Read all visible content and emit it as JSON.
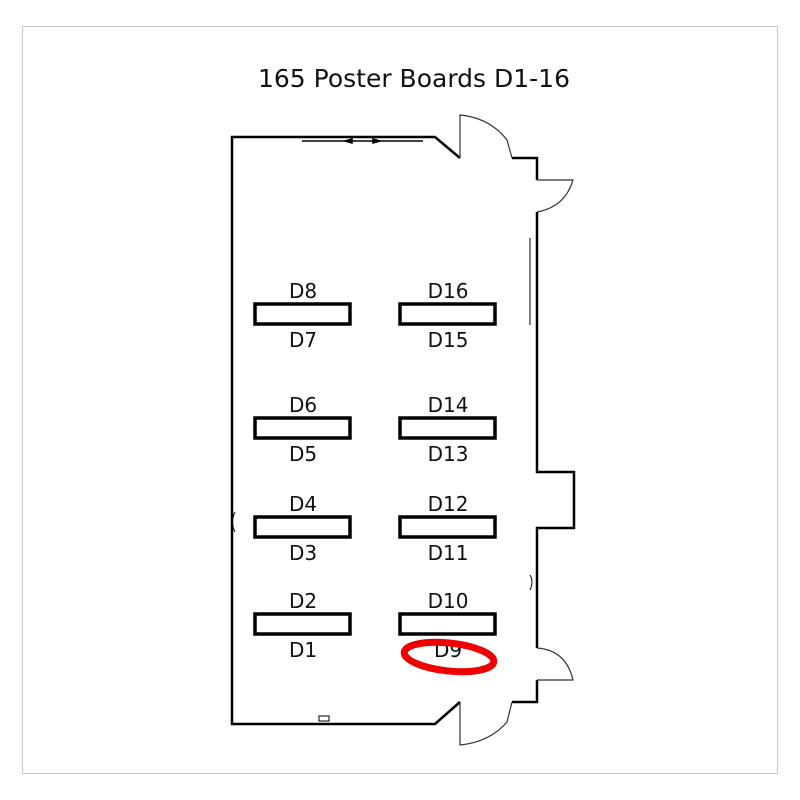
{
  "title": "165 Poster Boards D1-16",
  "highlight_color": "#ee0000",
  "highlighted_board": "D9",
  "boards": [
    {
      "top": "D8",
      "bottom": "D7"
    },
    {
      "top": "D6",
      "bottom": "D5"
    },
    {
      "top": "D4",
      "bottom": "D3"
    },
    {
      "top": "D2",
      "bottom": "D1"
    },
    {
      "top": "D16",
      "bottom": "D15"
    },
    {
      "top": "D14",
      "bottom": "D13"
    },
    {
      "top": "D12",
      "bottom": "D11"
    },
    {
      "top": "D10",
      "bottom": "D9"
    }
  ]
}
